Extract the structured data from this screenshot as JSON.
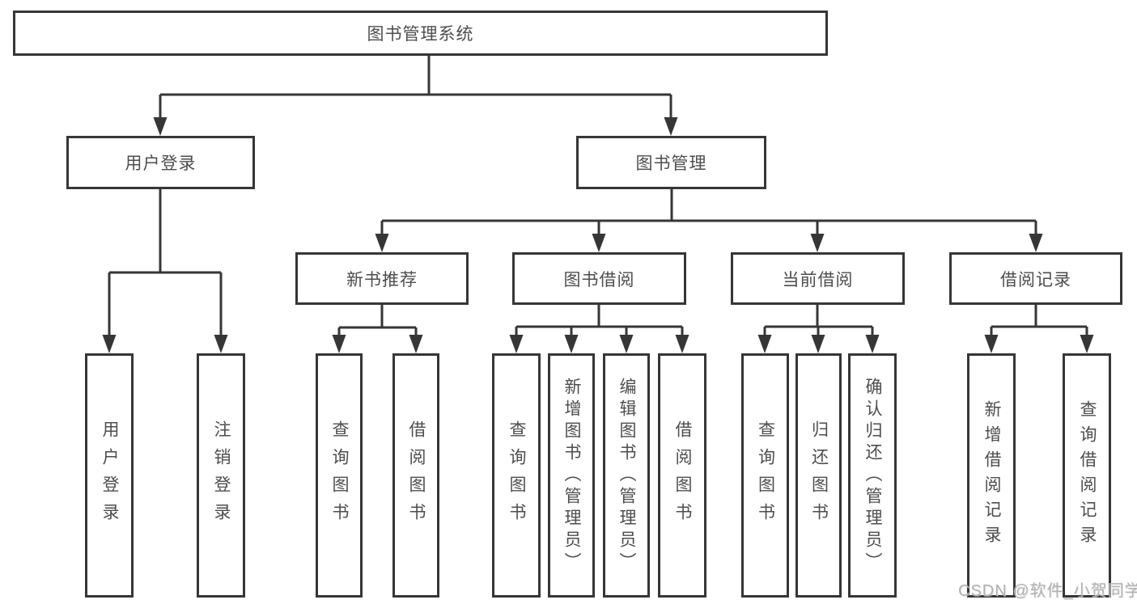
{
  "diagram_title": "图书管理系统",
  "watermark": "CSDN @软件_小贺同学",
  "line_color": "#363636",
  "tree": {
    "root": "图书管理系统",
    "level2": [
      {
        "label": "用户登录",
        "leaves": [
          "用户登录",
          "注销登录"
        ]
      },
      {
        "label": "图书管理",
        "children": [
          {
            "label": "新书推荐",
            "leaves": [
              "查询图书",
              "借阅图书"
            ]
          },
          {
            "label": "图书借阅",
            "leaves": [
              "查询图书",
              "新增图书（管理员）",
              "编辑图书（管理员）",
              "借阅图书"
            ]
          },
          {
            "label": "当前借阅",
            "leaves": [
              "查询图书",
              "归还图书",
              "确认归还（管理员）"
            ]
          },
          {
            "label": "借阅记录",
            "leaves": [
              "新增借阅记录",
              "查询借阅记录"
            ]
          }
        ]
      }
    ]
  }
}
